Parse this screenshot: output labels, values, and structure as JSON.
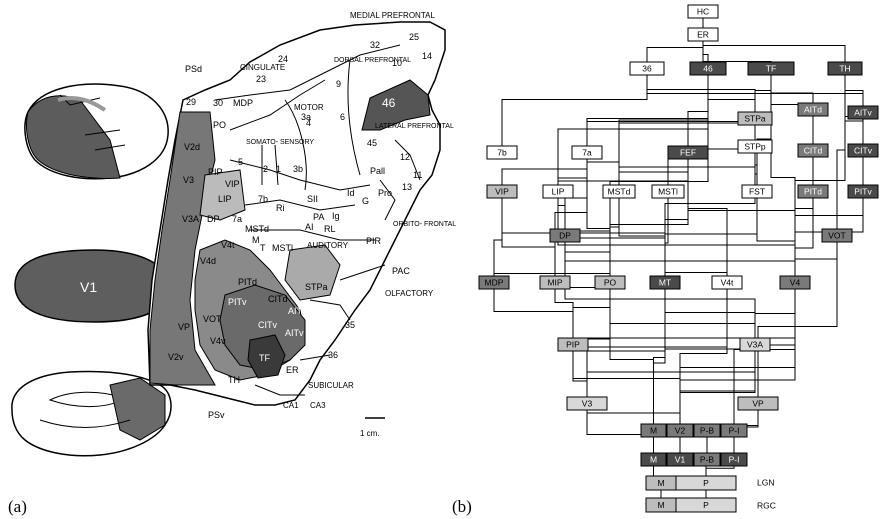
{
  "panel_a": {
    "label": "(a)",
    "regions": {
      "medial_prefrontal": "MEDIAL PREFRONTAL",
      "cingulate": "CINGULATE",
      "dorsal_prefrontal": "DORSAL PREFRONTAL",
      "lateral_prefrontal": "LATERAL PREFRONTAL",
      "motor": "MOTOR",
      "somatosensory": "SOMATO- SENSORY",
      "auditory": "AUDITORY",
      "orbitofrontal": "ORBITO- FRONTAL",
      "olfactory": "OLFACTORY",
      "subicular": "SUBICULAR"
    },
    "areas": [
      "PSd",
      "29",
      "30",
      "MDP",
      "PO",
      "V2d",
      "V3",
      "PIP",
      "VIP",
      "LIP",
      "DP",
      "V3A",
      "7a",
      "7b",
      "5",
      "2",
      "1",
      "3b",
      "3a",
      "4",
      "6",
      "9",
      "10",
      "14",
      "25",
      "32",
      "24",
      "23",
      "46",
      "45",
      "12",
      "11",
      "13",
      "Pall",
      "Pro",
      "Id",
      "Ig",
      "G",
      "Ri",
      "SII",
      "PA",
      "AI",
      "RL",
      "MSTd",
      "M",
      "T",
      "MSTl",
      "V4t",
      "V4d",
      "PITd",
      "CITd",
      "STPa",
      "AITd",
      "PITv",
      "CITv",
      "AITv",
      "VOT",
      "V4v",
      "VP",
      "V2v",
      "TF",
      "TH",
      "ER",
      "36",
      "35",
      "PIR",
      "PAC",
      "CA1",
      "CA3",
      "PSv",
      "V1"
    ],
    "scale": "1 cm."
  },
  "panel_b": {
    "label": "(b)",
    "nodes": {
      "HC": "HC",
      "ER": "ER",
      "a36": "36",
      "a46": "46",
      "TF": "TF",
      "TH": "TH",
      "STPa": "STPa",
      "AITd": "AITd",
      "AITv": "AITv",
      "a7b": "7b",
      "a7a": "7a",
      "FEF": "FEF",
      "STPp": "STPp",
      "CITd": "CITd",
      "CITv": "CITv",
      "VIP": "VIP",
      "LIP": "LIP",
      "MSTd": "MSTd",
      "MSTl": "MSTl",
      "FST": "FST",
      "PITd": "PITd",
      "PITv": "PITv",
      "DP": "DP",
      "VOT": "VOT",
      "MDP": "MDP",
      "MIP": "MIP",
      "PO": "PO",
      "MT": "MT",
      "V4t": "V4t",
      "V4": "V4",
      "PIP": "PIP",
      "V3A": "V3A",
      "V3": "V3",
      "VP": "VP",
      "V2_M": "M",
      "V2": "V2",
      "V2_PB": "P-B",
      "V2_PI": "P-I",
      "V1_M": "M",
      "V1": "V1",
      "V1_PB": "P-B",
      "V1_PI": "P-I",
      "LGN_M": "M",
      "LGN_P": "P",
      "LGN": "LGN",
      "RGC_M": "M",
      "RGC_P": "P",
      "RGC": "RGC"
    },
    "colors": {
      "dark": "#4a4a4a",
      "mid": "#7a7a7a",
      "light": "#bdbdbd",
      "lighter": "#d8d8d8",
      "white": "#ffffff"
    }
  }
}
